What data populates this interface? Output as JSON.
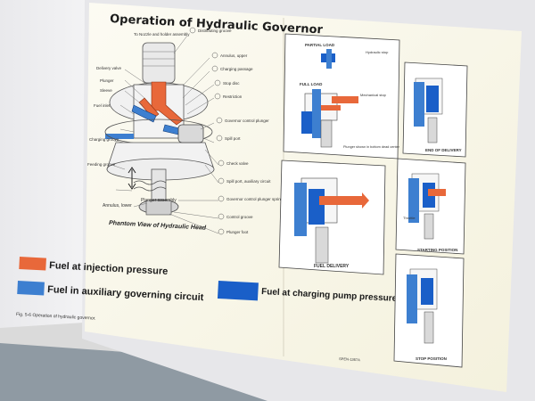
{
  "title": "Operation of Hydraulic Governor",
  "view_caption": "Phantom View of Hydraulic Head",
  "figure_caption": "Fig. 5-6 Operation of hydraulic governor.",
  "part_number": "SPEN-1367A",
  "left_labels": [
    "To Nozzle and holder assembly",
    "Delivery valve",
    "Plunger",
    "Sleeve",
    "Fuel inlet",
    "Charging groove",
    "Feeding groove",
    "Annulus, lower",
    "Plunger assembly"
  ],
  "right_labels": [
    "Distributing groove",
    "Annulus, upper",
    "Charging passage",
    "Stop disc",
    "Restriction",
    "Governor control plunger",
    "Spill port",
    "Check valve",
    "Spill port, auxiliary circuit",
    "Governor control plunger spring",
    "Control groove",
    "Plunger foot"
  ],
  "panels": [
    {
      "id": "partial",
      "title": "PARTIAL LOAD",
      "notes": [
        "Hydraulic stop"
      ]
    },
    {
      "id": "full",
      "title": "FULL LOAD",
      "notes": [
        "Mechanical stop",
        "Plunger shown in bottom dead center"
      ]
    },
    {
      "id": "delivery",
      "title": "FUEL DELIVERY",
      "notes": []
    },
    {
      "id": "end",
      "title": "END OF DELIVERY",
      "notes": []
    },
    {
      "id": "starting",
      "title": "STARTING POSITION",
      "notes": [
        "Throttle"
      ]
    },
    {
      "id": "stop",
      "title": "STOP POSITION",
      "notes": []
    }
  ],
  "legend": [
    {
      "text": "Fuel at injection pressure",
      "color": "#e8683a"
    },
    {
      "text": "Fuel in auxiliary governing circuit",
      "color": "#3d7fd0"
    },
    {
      "text": "Fuel at charging pump pressure",
      "color": "#1a5fc8"
    }
  ],
  "colors": {
    "injection": "#e8683a",
    "auxiliary": "#3d7fd0",
    "charging": "#1a5fc8",
    "page": "#fbf9f0"
  }
}
